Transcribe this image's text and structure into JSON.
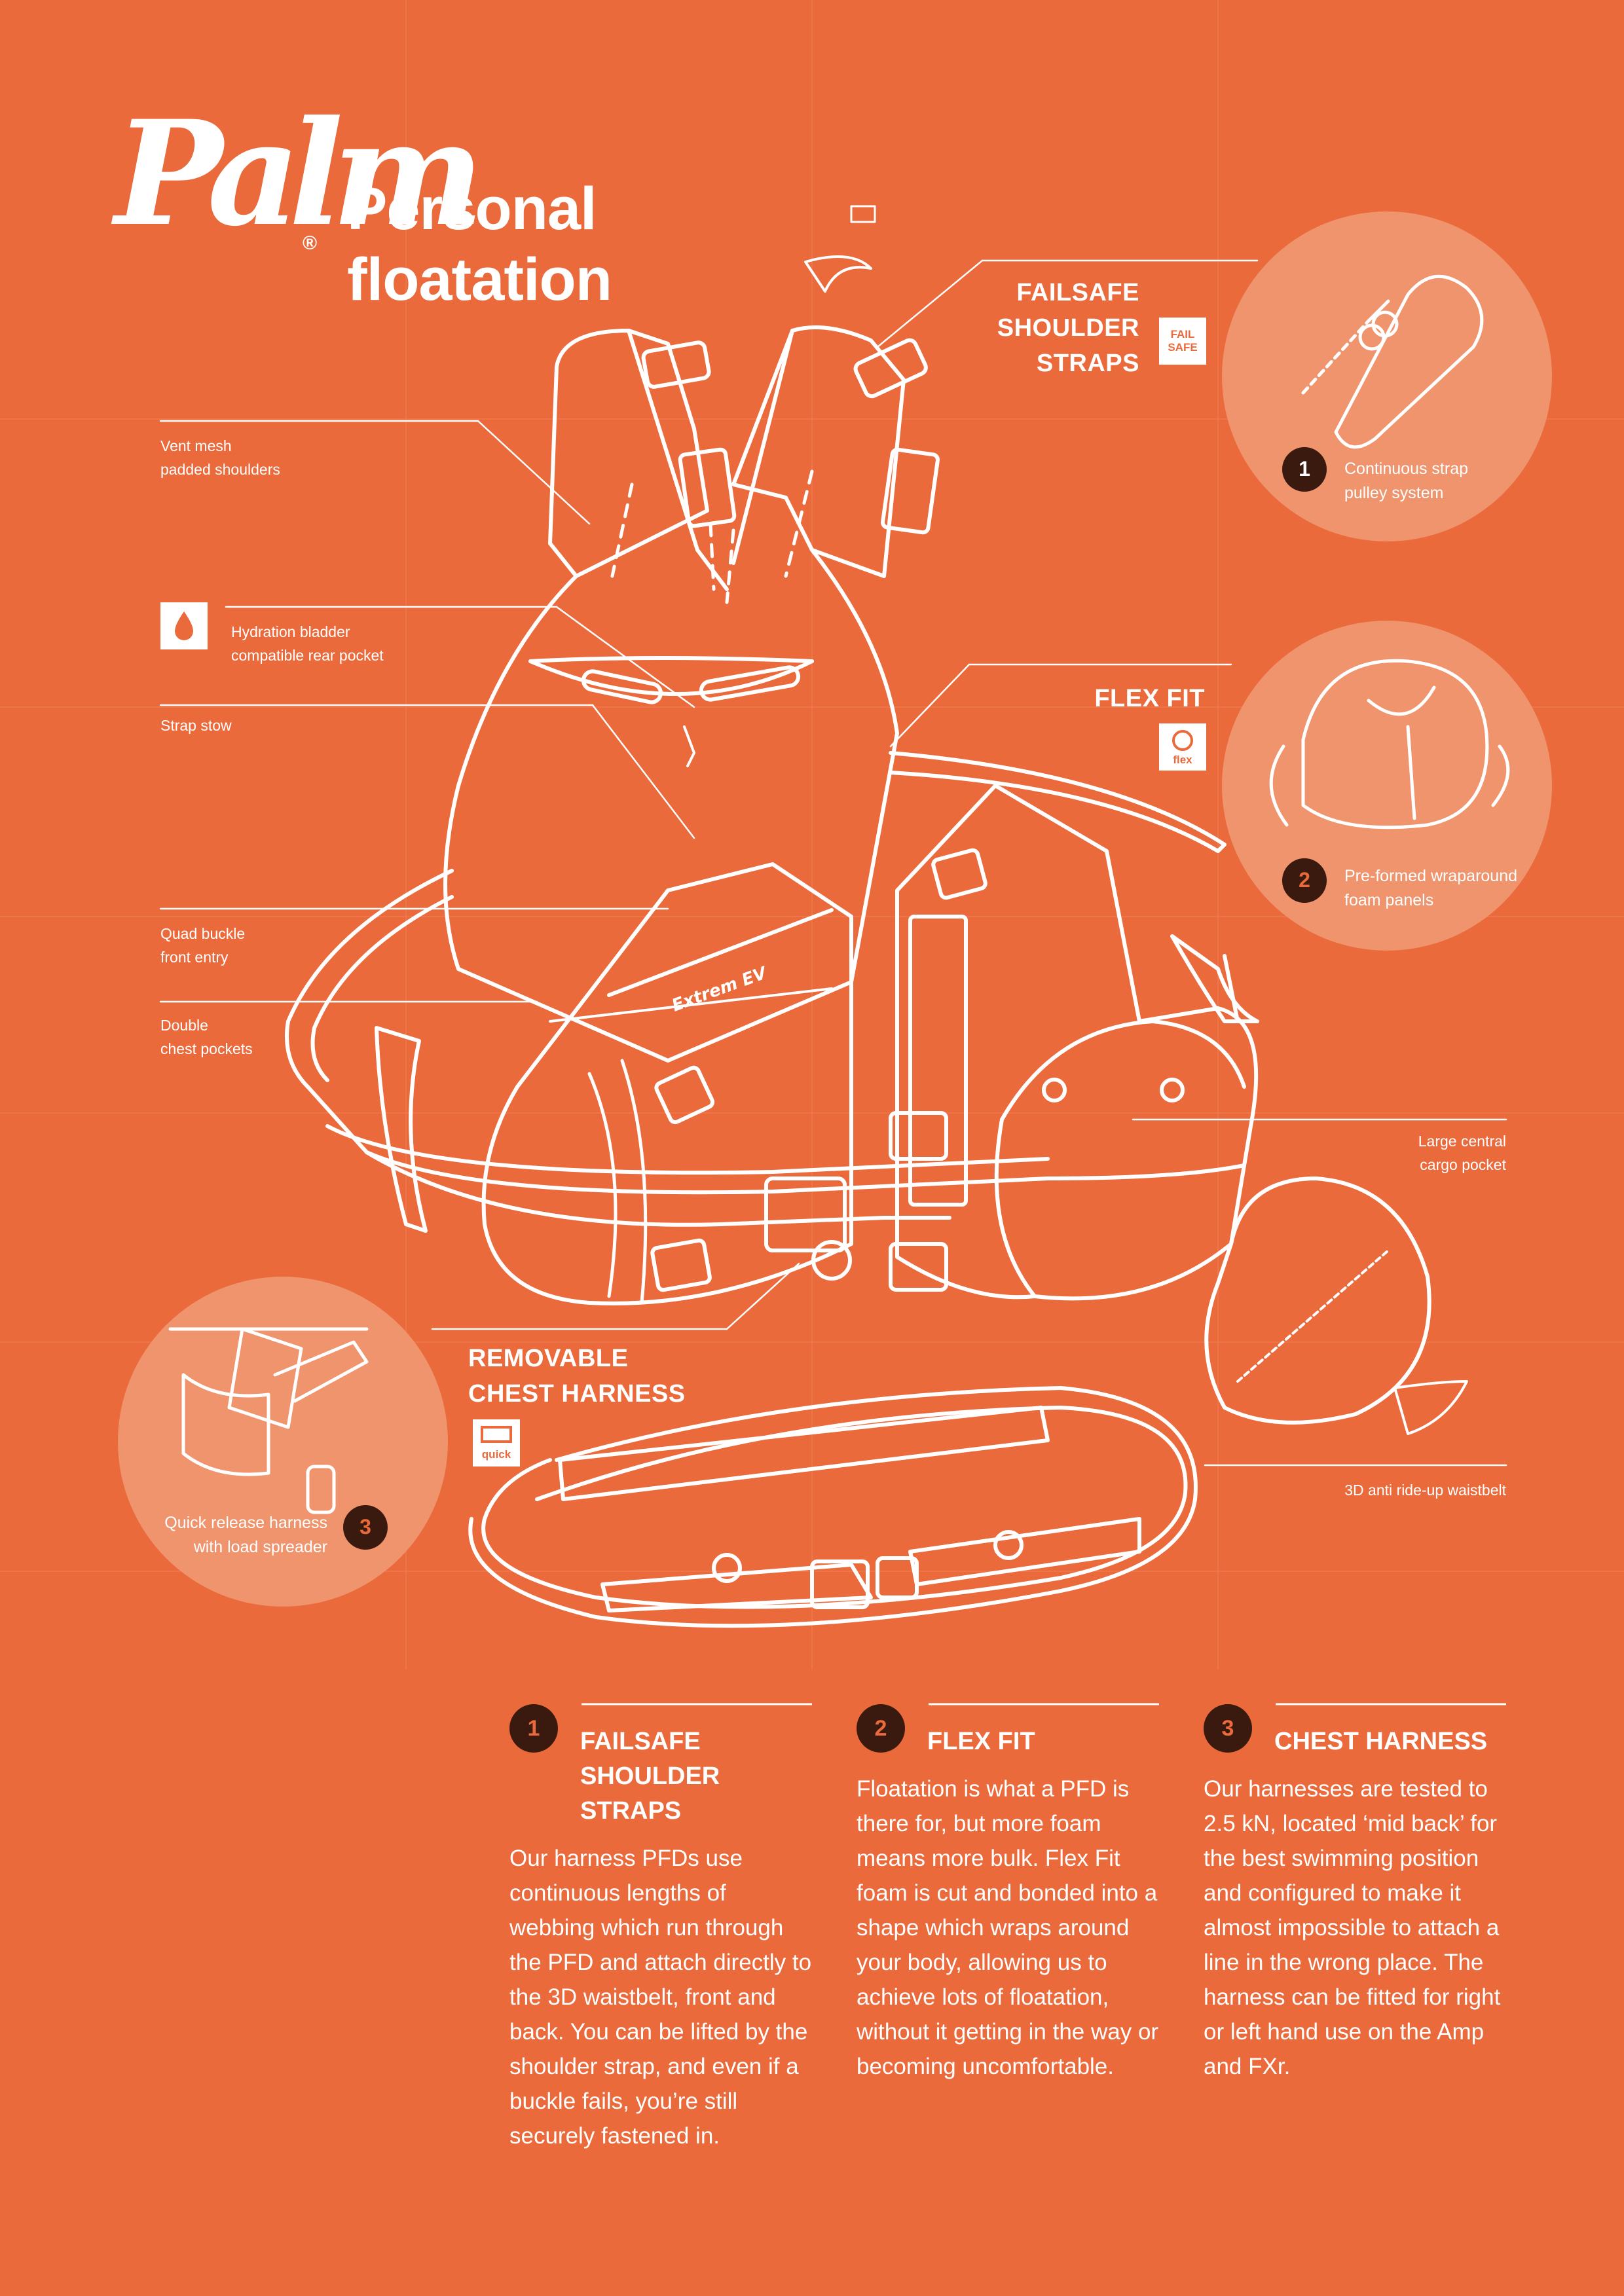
{
  "brand": {
    "logo": "Palm",
    "registered": "®"
  },
  "title": {
    "line1": "Personal",
    "line2": "floatation"
  },
  "features": {
    "failsafe": {
      "lines": [
        "FAILSAFE",
        "SHOULDER",
        "STRAPS"
      ],
      "badge": [
        "FAIL",
        "SAFE"
      ]
    },
    "flexfit": {
      "label": "FLEX FIT",
      "badge": "flex"
    },
    "harness": {
      "lines": [
        "REMOVABLE",
        "CHEST HARNESS"
      ],
      "badge": "quick"
    }
  },
  "labels": {
    "vent_mesh": [
      "Vent mesh",
      "padded shoulders"
    ],
    "hydration": [
      "Hydration bladder",
      "compatible rear pocket"
    ],
    "strap_stow": "Strap stow",
    "quad_buckle": [
      "Quad buckle",
      "front entry"
    ],
    "double_pockets": [
      "Double",
      "chest pockets"
    ],
    "cargo_pocket": [
      "Large central",
      "cargo pocket"
    ],
    "waistbelt": "3D anti ride-up waistbelt"
  },
  "callouts": [
    {
      "num": "1",
      "caption": [
        "Continuous strap",
        "pulley system"
      ]
    },
    {
      "num": "2",
      "caption": [
        "Pre-formed wraparound",
        "foam panels"
      ]
    },
    {
      "num": "3",
      "caption": [
        "Quick release harness",
        "with load spreader"
      ]
    }
  ],
  "product_logo": "Extrem EV",
  "columns": [
    {
      "num": "1",
      "title": [
        "FAILSAFE",
        "SHOULDER",
        "STRAPS"
      ],
      "body": "Our harness PFDs use continuous lengths of webbing which run through the PFD and attach directly to the 3D waistbelt, front and back. You can be lifted by the shoulder strap, and even if a buckle fails, you’re still securely fastened in."
    },
    {
      "num": "2",
      "title": [
        "FLEX FIT"
      ],
      "body": "Floatation is what a PFD is there for, but more foam means more bulk. Flex Fit foam is cut and bonded into a shape which wraps around your body, allowing us to achieve lots of floatation, without it getting in the way or becoming uncomfortable."
    },
    {
      "num": "3",
      "title": [
        "CHEST HARNESS"
      ],
      "body": "Our harnesses are tested to 2.5 kN, located ‘mid back’ for the best swimming position and configured to make it almost impossible to attach a line in the wrong place. The harness can be fitted for right or left hand use on the Amp and FXr."
    }
  ],
  "colors": {
    "background": "#ea6a3c",
    "circle": "#ef946d",
    "number_dark": "#3a1a0f",
    "line": "#ffffff"
  }
}
